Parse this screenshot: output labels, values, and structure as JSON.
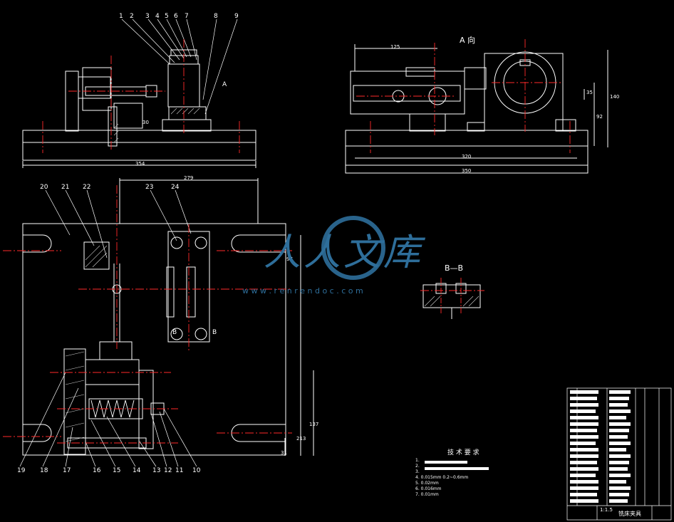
{
  "views": {
    "view_a_label": "A 向",
    "section_label": "B—B",
    "arrow_a": "A",
    "arrow_b1": "B",
    "arrow_b2": "B"
  },
  "part_numbers_top": [
    "1",
    "2",
    "3",
    "4",
    "5",
    "6",
    "7",
    "8",
    "9"
  ],
  "part_numbers_mid": [
    "20",
    "21",
    "22",
    "23",
    "24"
  ],
  "part_numbers_bottom": [
    "19",
    "18",
    "17",
    "16",
    "15",
    "14",
    "13",
    "12",
    "11",
    "10"
  ],
  "dimensions": {
    "front_width": "354",
    "view_a_top": "125",
    "view_a_width_inner": "320",
    "view_a_width_outer": "350",
    "view_a_height": "140",
    "view_a_h2": "92",
    "view_a_h3": "35",
    "plan_width": "279",
    "plan_h1": "97",
    "plan_h2": "137",
    "plan_h3": "213",
    "plan_h4": "31",
    "front_h": "30"
  },
  "watermark": {
    "text": "人人文库",
    "url": "w w w . r e n r e n d o c . c o m"
  },
  "tech_requirements": {
    "heading": "技 术 要 求",
    "lines": [
      "1.",
      "2.",
      "3.",
      "4. 0.015mm 0.2~0.6mm",
      "5. 0.02mm",
      "6. 0.016mm",
      "7. 0.01mm"
    ]
  },
  "title_block": {
    "scale": "1:1.5",
    "name": "铣床夹具"
  }
}
